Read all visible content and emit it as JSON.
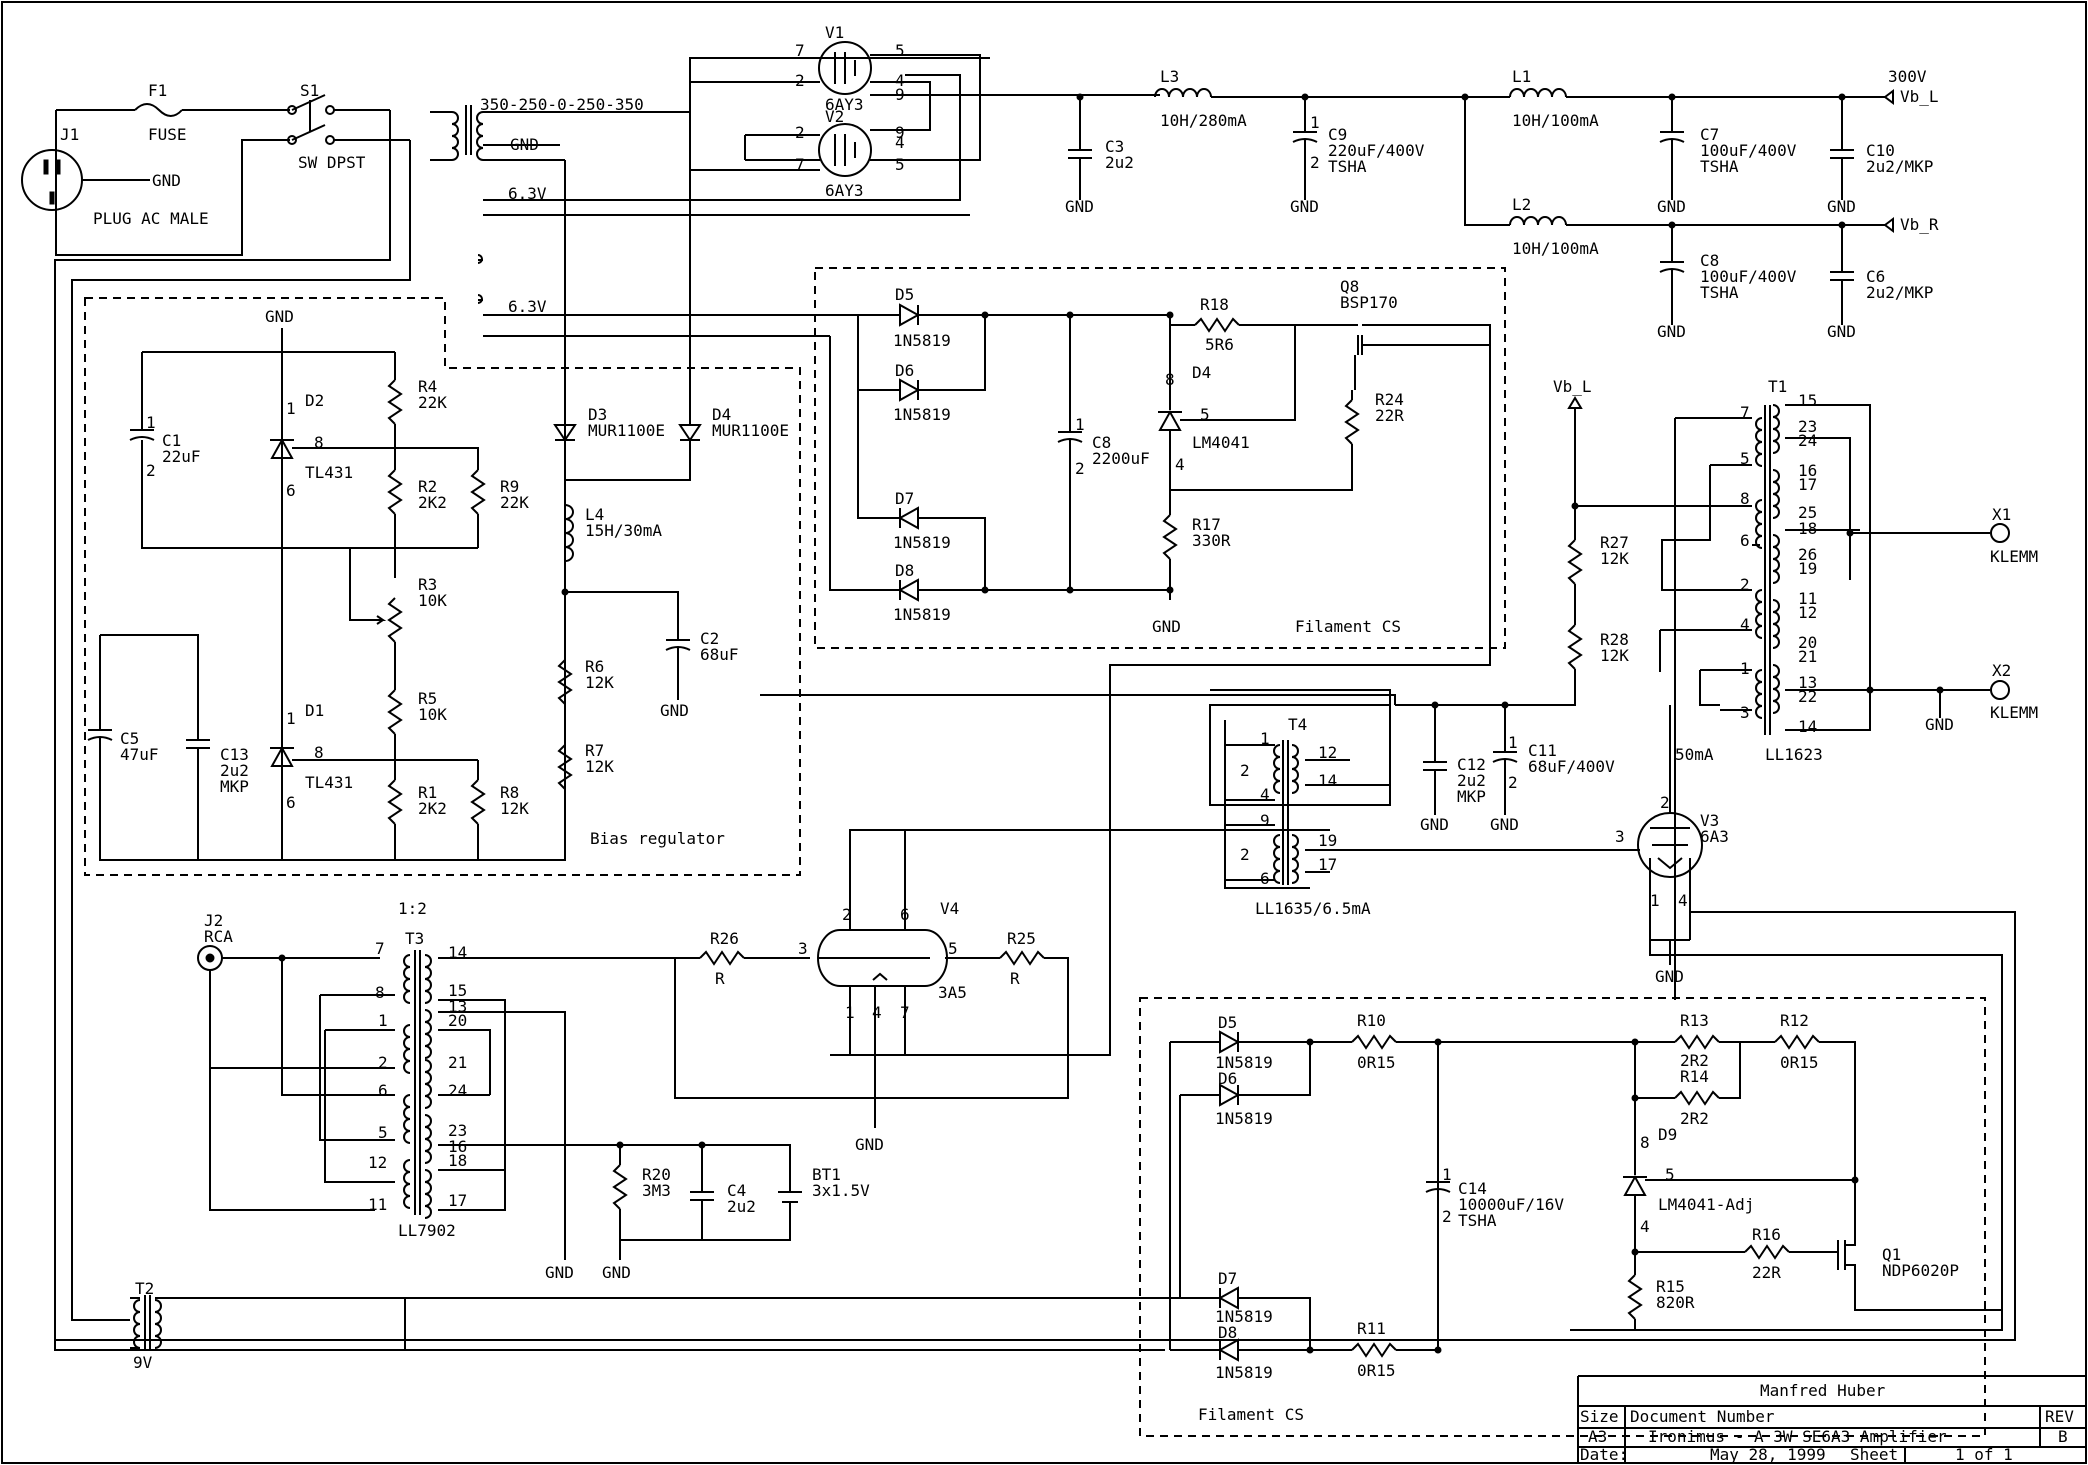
{
  "title_block": {
    "author": "Manfred Huber",
    "size_label": "Size",
    "size_value": "A3",
    "docnum_label": "Document Number",
    "title": "Ironimus - A 3W SE6A3 Amplifier",
    "rev_label": "REV",
    "rev_value": "B",
    "date_label": "Date:",
    "date_value": "May 28, 1999",
    "sheet_label": "Sheet",
    "sheet_of": "1   of   1"
  },
  "labels": {
    "J1": "J1",
    "plug": "PLUG AC MALE",
    "F1": "F1",
    "fuse": "FUSE",
    "S1": "S1",
    "sw": "SW DPST",
    "gnd": "GND",
    "tap": "350-250-0-250-350",
    "h63a": "6.3V",
    "h63b": "6.3V",
    "V1": "V1",
    "V2": "V2",
    "rect": "6AY3",
    "L3": "L3",
    "L3v": "10H/280mA",
    "C3": "C3",
    "C3v": "2u2",
    "C9": "C9",
    "C9v": "220uF/400V",
    "tsha": "TSHA",
    "L1": "L1",
    "L2": "L2",
    "Lv": "10H/100mA",
    "C7": "C7",
    "C8b": "C8",
    "Cv100": "100uF/400V",
    "C10": "C10",
    "C6": "C6",
    "mkp": "2u2/MKP",
    "v300": "300V",
    "vbl": "Vb_L",
    "vbr": "Vb_R",
    "D5": "D5",
    "D6": "D6",
    "D7": "D7",
    "D8": "D8",
    "n5819": "1N5819",
    "R18": "R18",
    "R18v": "5R6",
    "Q8": "Q8",
    "Q8v": "BSP170",
    "D4f": "D4",
    "lm4041": "LM4041",
    "C8f": "C8",
    "C8fv": "2200uF",
    "R24": "R24",
    "R24v": "22R",
    "R17": "R17",
    "R17v": "330R",
    "filcs": "Filament CS",
    "C1": "C1",
    "C1v": "22uF",
    "D2": "D2",
    "D1": "D1",
    "tl431": "TL431",
    "R4": "R4",
    "R4v": "22K",
    "R2": "R2",
    "R2v": "2K2",
    "R9": "R9",
    "R9v": "22K",
    "R3": "R3",
    "R3v": "10K",
    "R5": "R5",
    "R5v": "10K",
    "R1": "R1",
    "R1v": "2K2",
    "R8": "R8",
    "R8v": "12K",
    "C5": "C5",
    "C5v": "47uF",
    "C13": "C13",
    "C13v": "2u2",
    "C13m": "MKP",
    "bias": "Bias regulator",
    "D3": "D3",
    "D4": "D4",
    "mur": "MUR1100E",
    "L4": "L4",
    "L4v": "15H/30mA",
    "C2": "C2",
    "C2v": "68uF",
    "R6": "R6",
    "R6v": "12K",
    "R7": "R7",
    "R7v": "12K",
    "T1": "T1",
    "X1": "X1",
    "X2": "X2",
    "klemm": "KLEMM",
    "ll1623": "LL1623",
    "ma50": "50mA",
    "R27": "R27",
    "R27v": "12K",
    "R28": "R28",
    "R28v": "12K",
    "T4": "T4",
    "ll1635": "LL1635/6.5mA",
    "C12": "C12",
    "C12v": "2u2",
    "C12m": "MKP",
    "C11": "C11",
    "C11v": "68uF/400V",
    "V3": "V3",
    "V3v": "6A3",
    "J2": "J2",
    "rca": "RCA",
    "ratio": "1:2",
    "T3": "T3",
    "ll7902": "LL7902",
    "R20": "R20",
    "R20v": "3M3",
    "C4": "C4",
    "C4v": "2u2",
    "BT1": "BT1",
    "BT1v": "3x1.5V",
    "R26": "R26",
    "R25": "R25",
    "Rv": "R",
    "V4": "V4",
    "V4v": "3A5",
    "T2": "T2",
    "T2v": "9V",
    "R10": "R10",
    "R11": "R11",
    "or15": "0R15",
    "R13": "R13",
    "R14": "R14",
    "R12": "R12",
    "r2r2": "2R2",
    "C14": "C14",
    "C14v": "10000uF/16V",
    "D9": "D9",
    "lm4041adj": "LM4041-Adj",
    "R16": "R16",
    "R16v": "22R",
    "R15": "R15",
    "R15v": "820R",
    "Q1": "Q1",
    "Q1v": "NDP6020P"
  }
}
